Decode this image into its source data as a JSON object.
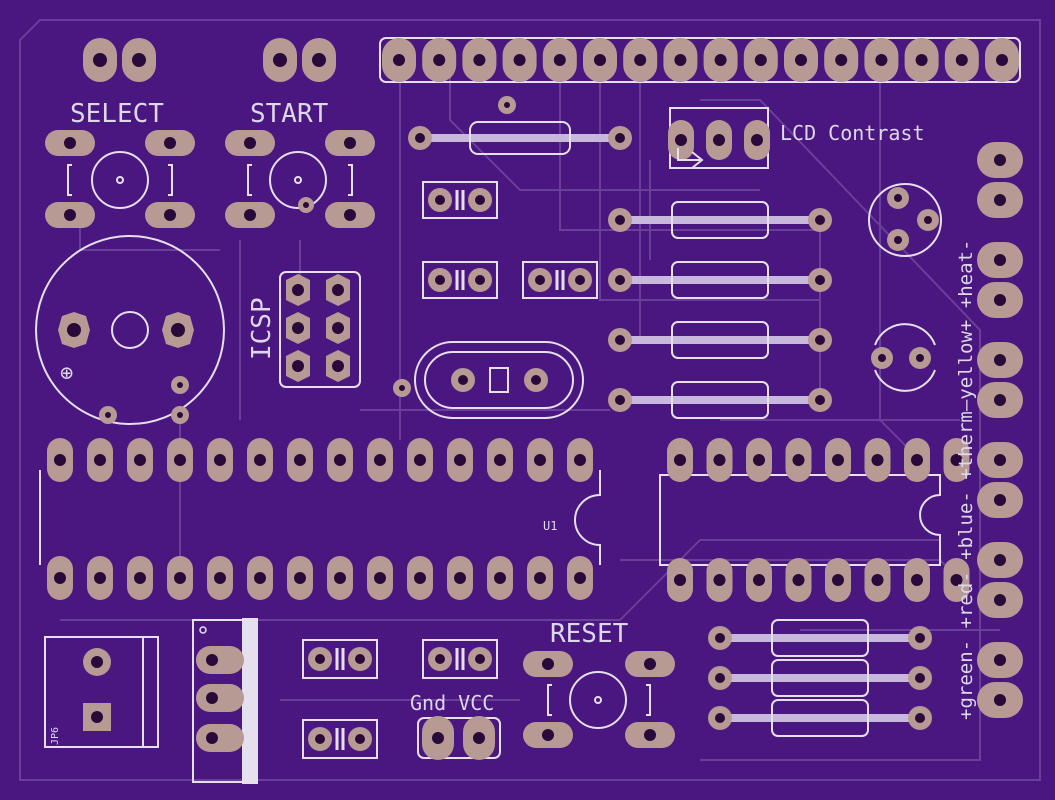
{
  "board": {
    "background": "#4a1680",
    "labels": {
      "select": "SELECT",
      "start": "START",
      "icsp": "ICSP",
      "lcd_contrast": "LCD Contrast",
      "reset": "RESET",
      "gnd_vcc": "Gnd VCC",
      "u1": "U1",
      "jp6": "JP6",
      "plus_symbol": "⊕",
      "side_label": "+green- +red- +blue- +therm—yellow+ +heat-"
    },
    "colors": {
      "pad": "#b79a93",
      "silk": "#e6e0ee",
      "trace": "#6a3f9a"
    }
  }
}
